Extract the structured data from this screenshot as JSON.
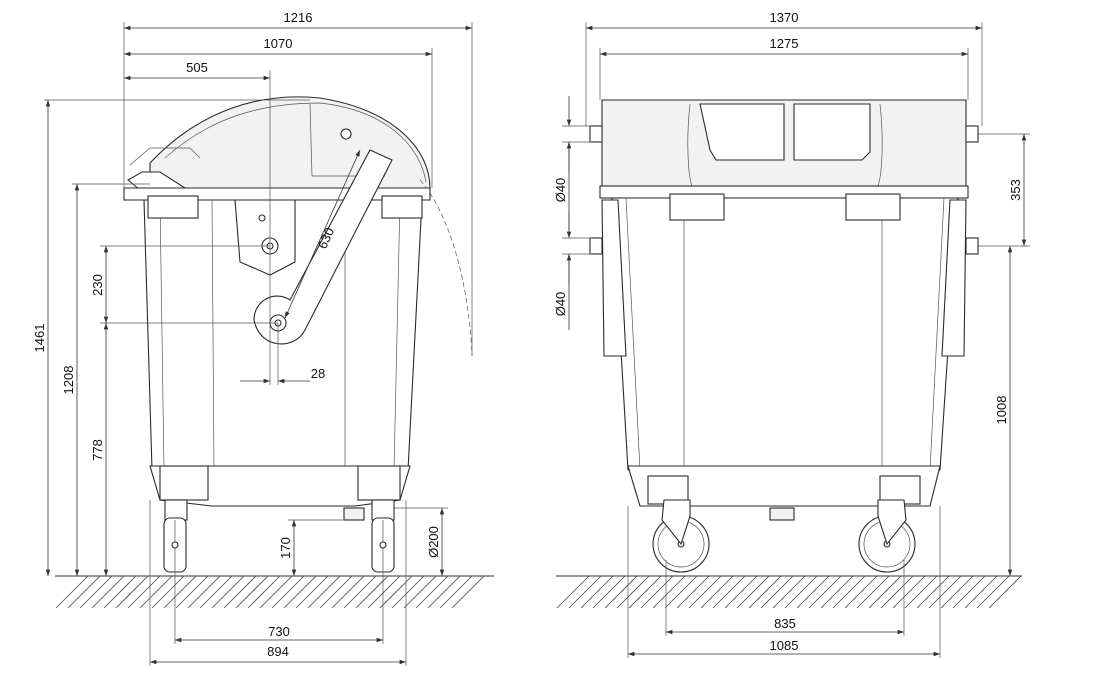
{
  "colors": {
    "line": "#333333",
    "background": "#ffffff",
    "lid": "#f2f2f2"
  },
  "side_view": {
    "dimensions": {
      "total_width": "1216",
      "body_width": "1070",
      "lid_pivot_offset": "505",
      "total_height": "1461",
      "rim_height": "1208",
      "pivot_height": "778",
      "pivot_spacing": "230",
      "lid_arm_length": "630",
      "pin_offset": "28",
      "floor_clearance": "170",
      "wheel_diameter": "Ø200",
      "axle_spacing": "730",
      "base_width": "894"
    }
  },
  "front_view": {
    "dimensions": {
      "total_width": "1370",
      "body_width": "1275",
      "trunnion_diameter_top": "Ø40",
      "trunnion_diameter_bottom": "Ø40",
      "trunnion_spacing": "353",
      "trunnion_height": "1008",
      "wheel_spacing": "835",
      "base_width": "1085"
    }
  }
}
